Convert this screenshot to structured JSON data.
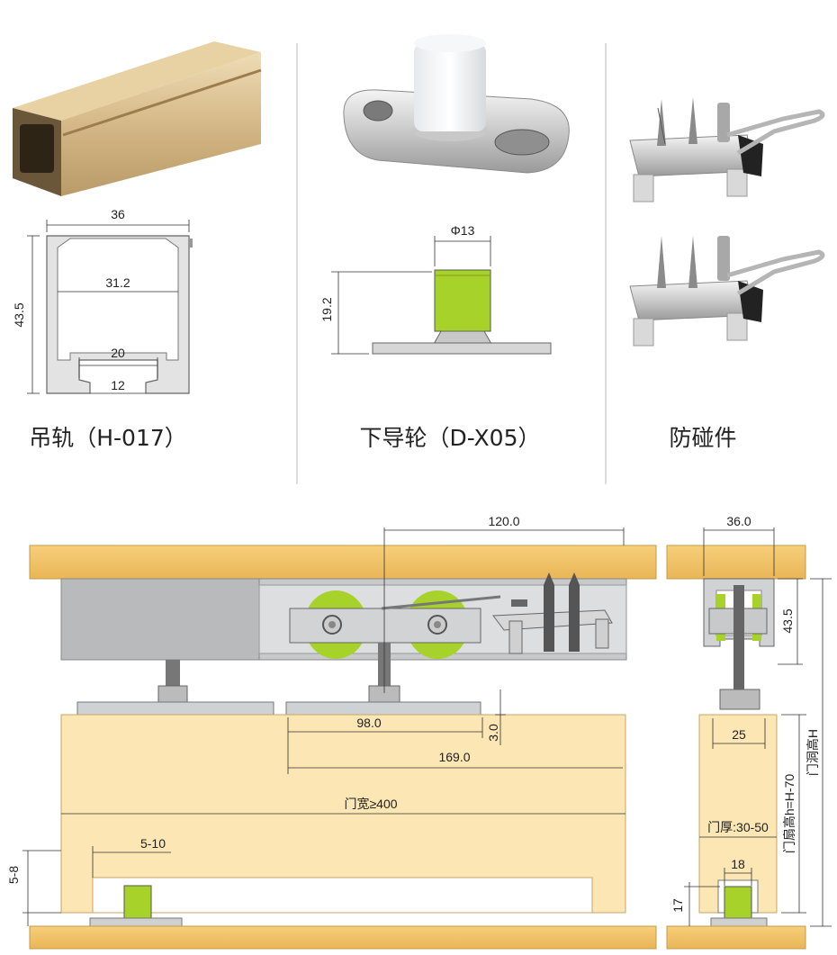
{
  "products": [
    {
      "caption": "吊轨（H-017）",
      "dims": {
        "width": "36",
        "height": "43.5",
        "inner": "31.2",
        "bottom": "20",
        "slot": "12"
      }
    },
    {
      "caption": "下导轮（D-X05）",
      "dims": {
        "diameter": "Φ13",
        "height": "19.2"
      }
    },
    {
      "caption": "防碰件"
    }
  ],
  "assembly": {
    "front": {
      "stopper_offset": "120.0",
      "plate_length": "98.0",
      "plate_gap": "3.0",
      "hanger_span": "169.0",
      "door_width": "门宽≥400",
      "guide_offset": "5-10",
      "floor_gap": "5-8"
    },
    "side": {
      "track_width": "36.0",
      "track_height": "43.5",
      "plate_width": "25",
      "door_thickness": "门厚:30-50",
      "door_height": "门扇高h=H-70",
      "opening_height": "门洞高H",
      "guide_width": "18",
      "guide_height": "17"
    }
  },
  "colors": {
    "wood_top": "#f2c36a",
    "wood_door": "#fbe6b4",
    "roller_green": "#a6d22a",
    "metal": "#cfd2d4"
  }
}
